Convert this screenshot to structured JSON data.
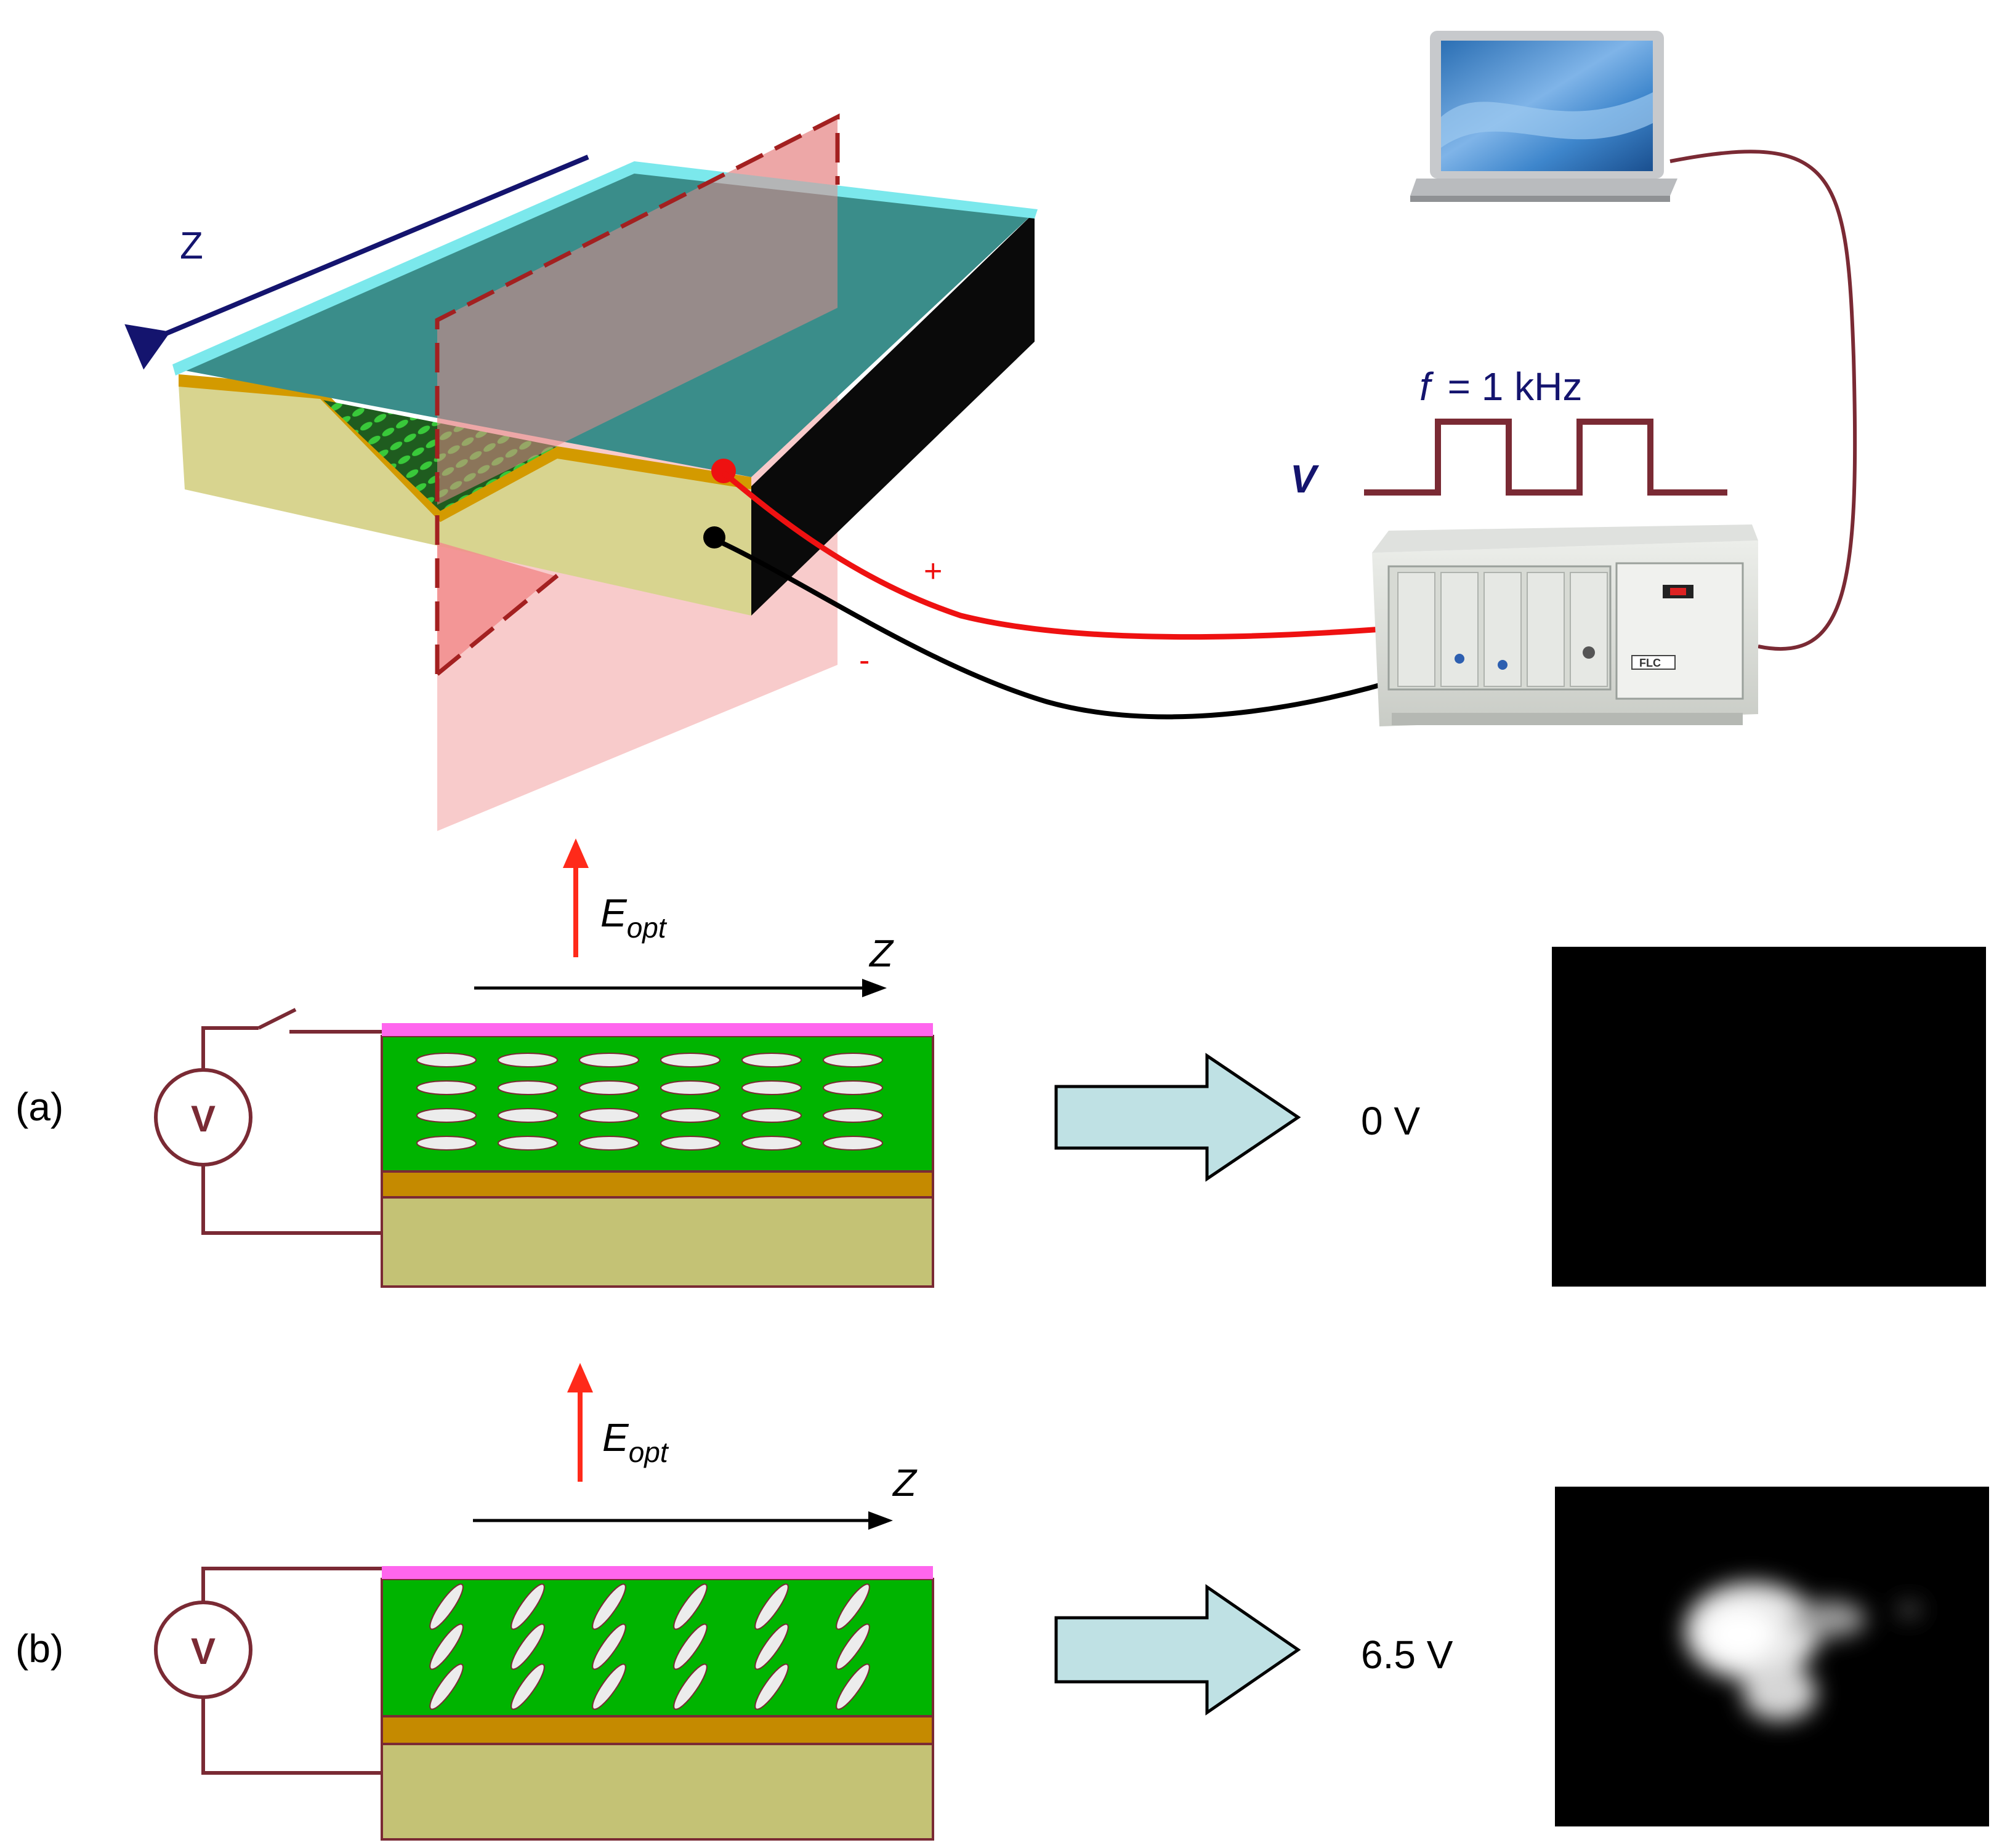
{
  "top": {
    "axis_label": "Z",
    "frequency_prefix": "f",
    "frequency_value": "= 1 kHz",
    "voltage_label": "V",
    "plus_label": "+",
    "minus_label": "-",
    "instrument_brand": "FLC"
  },
  "panel_a": {
    "tag": "(a)",
    "field_main": "E",
    "field_sub": "opt",
    "axis_label": "Z",
    "meter_label": "V",
    "voltage": "0 V"
  },
  "panel_b": {
    "tag": "(b)",
    "field_main": "E",
    "field_sub": "opt",
    "axis_label": "Z",
    "meter_label": "V",
    "voltage": "6.5 V"
  },
  "colors": {
    "liquid_crystal": "#00b400",
    "electrode_top": "#ff66ee",
    "buffer_layer": "#c58a00",
    "substrate": "#c4c275",
    "wire": "#7a2a34",
    "arrow_fill": "#bfe1e4",
    "field_arrow": "#ff2a1a"
  },
  "icons": {
    "laptop": "laptop-icon",
    "generator": "function-generator-icon",
    "voltmeter": "voltmeter-icon",
    "switch": "switch-icon"
  }
}
